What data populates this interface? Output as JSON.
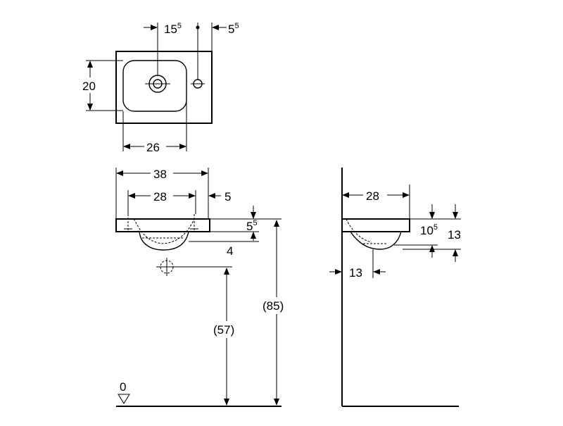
{
  "plan_view": {
    "dim_tap_offset": {
      "main": "15",
      "sup": "5"
    },
    "dim_edge_offset": {
      "main": "5",
      "sup": "5"
    },
    "dim_depth": "20",
    "dim_bowl_width": "26"
  },
  "front_view": {
    "dim_total_width": "38",
    "dim_fixing_spacing": "28",
    "dim_side_offset": "5",
    "dim_rim_height": {
      "main": "5",
      "sup": "5"
    },
    "dim_bowl_drop": "4",
    "dim_waste_height": "(57)",
    "dim_rim_floor": "(85)",
    "floor_level": "0"
  },
  "side_view": {
    "dim_projection": "28",
    "dim_inner_height": {
      "main": "10",
      "sup": "5"
    },
    "dim_outer_height": "13",
    "dim_waste_offset": "13"
  }
}
